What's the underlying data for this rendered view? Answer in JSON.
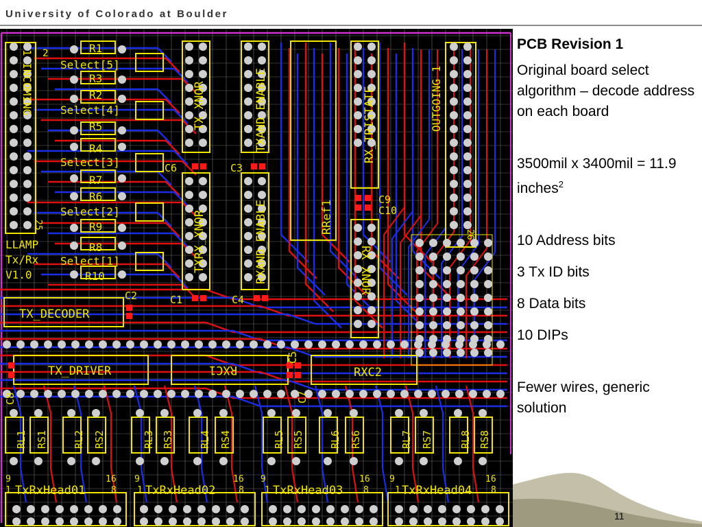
{
  "header": {
    "title": "University of Colorado at Boulder"
  },
  "notes": {
    "title": "PCB Revision 1",
    "description": "Original board select algorithm – decode address on each board",
    "dimensions_main": "3500mil x 3400mil = 11.9 inches",
    "dimensions_exponent": "2",
    "address_bits": "10 Address bits",
    "txid_bits": "3 Tx ID bits",
    "data_bits": "8 Data bits",
    "dips": "10 DIPs",
    "summary": "Fewer wires, generic solution"
  },
  "slide_number": "11",
  "pcb": {
    "board_label": [
      "LLAMP",
      "Tx/Rx",
      "V1.0"
    ],
    "connectors": {
      "incoming": "1 INCOMING",
      "outgoing": "OUTGOING 1",
      "pin2": "2",
      "pin25": "25",
      "pin26": "26"
    },
    "resistors": [
      "R1",
      "R3",
      "R2",
      "R5",
      "R4",
      "R7",
      "R6",
      "R9",
      "R8",
      "R10"
    ],
    "selects": [
      "Select[5]",
      "Select[4]",
      "Select[3]",
      "Select[2]",
      "Select[1]"
    ],
    "chips": {
      "tx_xnor": "TX_XNOR",
      "txand_enable": "TXAND_ENABLE",
      "txrx_xnor": "TXRX_XNOR",
      "rxand_enable": "RXAND_ENABLE",
      "rx_tristate": "RX_TRISTATE",
      "rref": "RRef1",
      "rx_xnor": "RX XNOR",
      "tx_decoder": "TX_DECODER",
      "tx_driver": "TX_DRIVER",
      "rxc1": "RXC1",
      "rxc2": "RXC2"
    },
    "capacitors": [
      "C6",
      "C3",
      "C1",
      "C4",
      "C2",
      "C9",
      "C10",
      "C5",
      "C7",
      "C8"
    ],
    "relays": [
      "RL1",
      "RS1",
      "RL2",
      "RS2",
      "RL3",
      "RS3",
      "RL4",
      "RS4",
      "RL5",
      "RS5",
      "RL6",
      "RS6",
      "RL7",
      "RS7",
      "RL8",
      "RS8"
    ],
    "headers": [
      {
        "name": "TxRxHead01",
        "pins": [
          "9",
          "1",
          "16",
          "8"
        ]
      },
      {
        "name": "TxRxHead02",
        "pins": [
          "9",
          "1",
          "16",
          "8"
        ]
      },
      {
        "name": "TxRxHead03",
        "pins": [
          "9",
          "1",
          "16",
          "8"
        ]
      },
      {
        "name": "TxRxHead04",
        "pins": [
          "9",
          "1",
          "16",
          "8"
        ]
      }
    ]
  }
}
